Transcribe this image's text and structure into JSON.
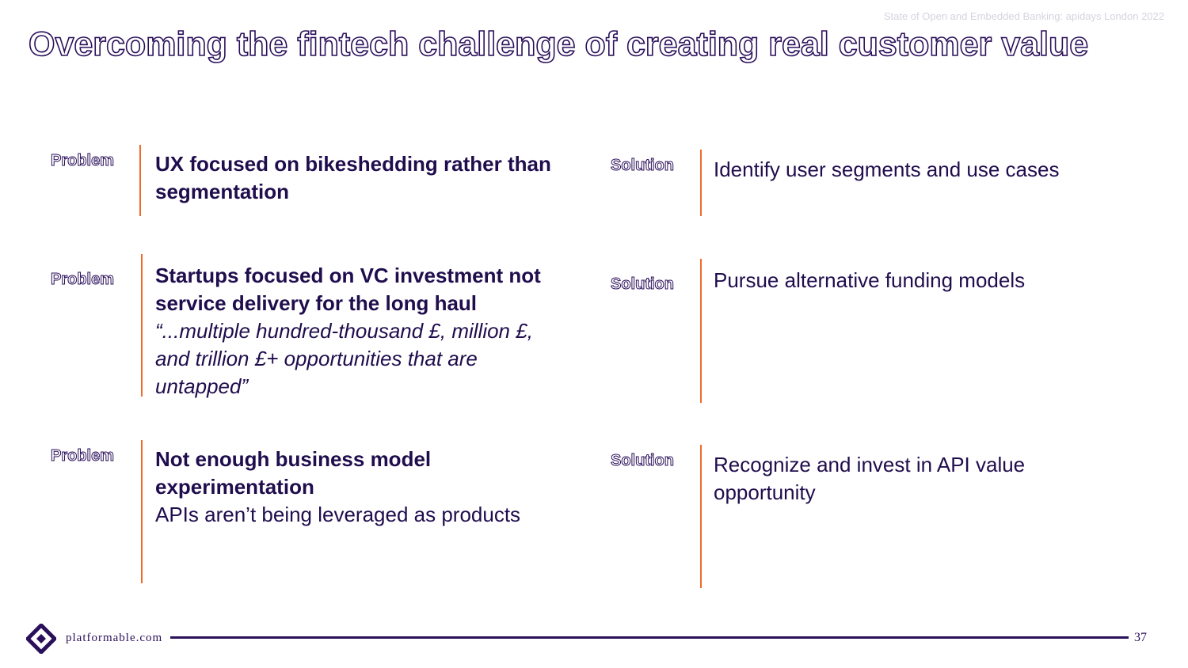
{
  "header": {
    "caption": "State of Open and Embedded Banking: apidays London 2022",
    "title": "Overcoming the fintech challenge of creating real customer value"
  },
  "rows": [
    {
      "problem_tag": "Problem",
      "problem_strong": "UX focused on bikeshedding rather than segmentation",
      "problem_italic": "",
      "problem_plain": "",
      "solution_tag": "Solution",
      "solution_text": "Identify user segments and use cases"
    },
    {
      "problem_tag": "Problem",
      "problem_strong": "Startups focused on VC investment not service delivery for the long haul",
      "problem_italic": "“...multiple hundred-thousand £, million £, and trillion £+ opportunities that are untapped”",
      "problem_plain": "",
      "solution_tag": "Solution",
      "solution_text": "Pursue alternative funding models"
    },
    {
      "problem_tag": "Problem",
      "problem_strong": "Not enough business model experimentation",
      "problem_italic": "",
      "problem_plain": "APIs aren’t being leveraged as products",
      "solution_tag": "Solution",
      "solution_text": "Recognize and invest in API value opportunity"
    }
  ],
  "footer": {
    "brand": "platformable.com",
    "page_number": "37",
    "logo_icon": "platformable-diamond-logo-icon"
  },
  "colors": {
    "primary": "#2a0f5a",
    "accent_line": "#ef6b2a",
    "caption": "#d6d3de"
  }
}
